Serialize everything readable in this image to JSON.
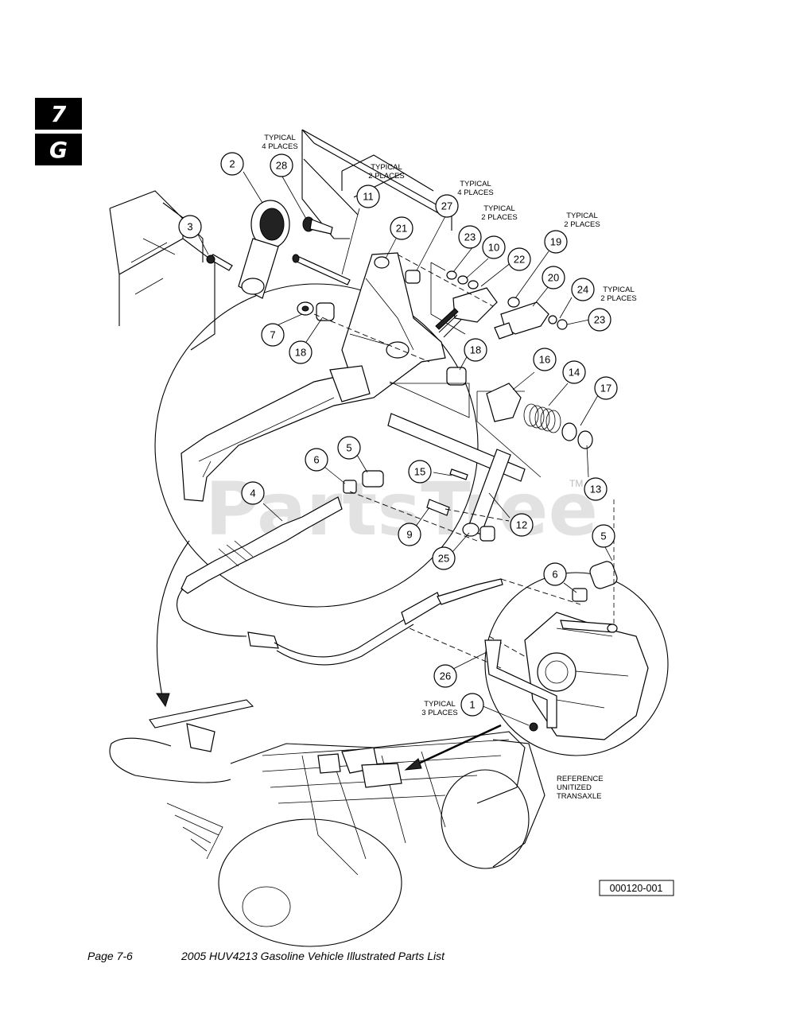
{
  "section_tab": {
    "number": "7",
    "letter": "G"
  },
  "figure_id": "000120-001",
  "watermark": {
    "text": "PartsTree",
    "trademark": "TM"
  },
  "notes": {
    "typical_4_places_a": "TYPICAL\n4 PLACES",
    "typical_2_places_a": "TYPICAL\n2 PLACES",
    "typical_4_places_b": "TYPICAL\n4 PLACES",
    "typical_2_places_b": "TYPICAL\n2 PLACES",
    "typical_2_places_c": "TYPICAL\n2 PLACES",
    "typical_2_places_d": "TYPICAL\n2 PLACES",
    "typical_3_places": "TYPICAL\n3 PLACES",
    "reference": "REFERENCE\nUNITIZED\nTRANSAXLE"
  },
  "callouts": [
    "2",
    "28",
    "11",
    "3",
    "21",
    "27",
    "23",
    "10",
    "22",
    "19",
    "20",
    "24",
    "23",
    "7",
    "18",
    "18",
    "16",
    "14",
    "17",
    "13",
    "6",
    "5",
    "15",
    "4",
    "9",
    "12",
    "25",
    "5",
    "6",
    "26",
    "1"
  ],
  "footer": {
    "page": "Page 7-6",
    "title": "2005 HUV4213 Gasoline Vehicle Illustrated Parts List"
  }
}
